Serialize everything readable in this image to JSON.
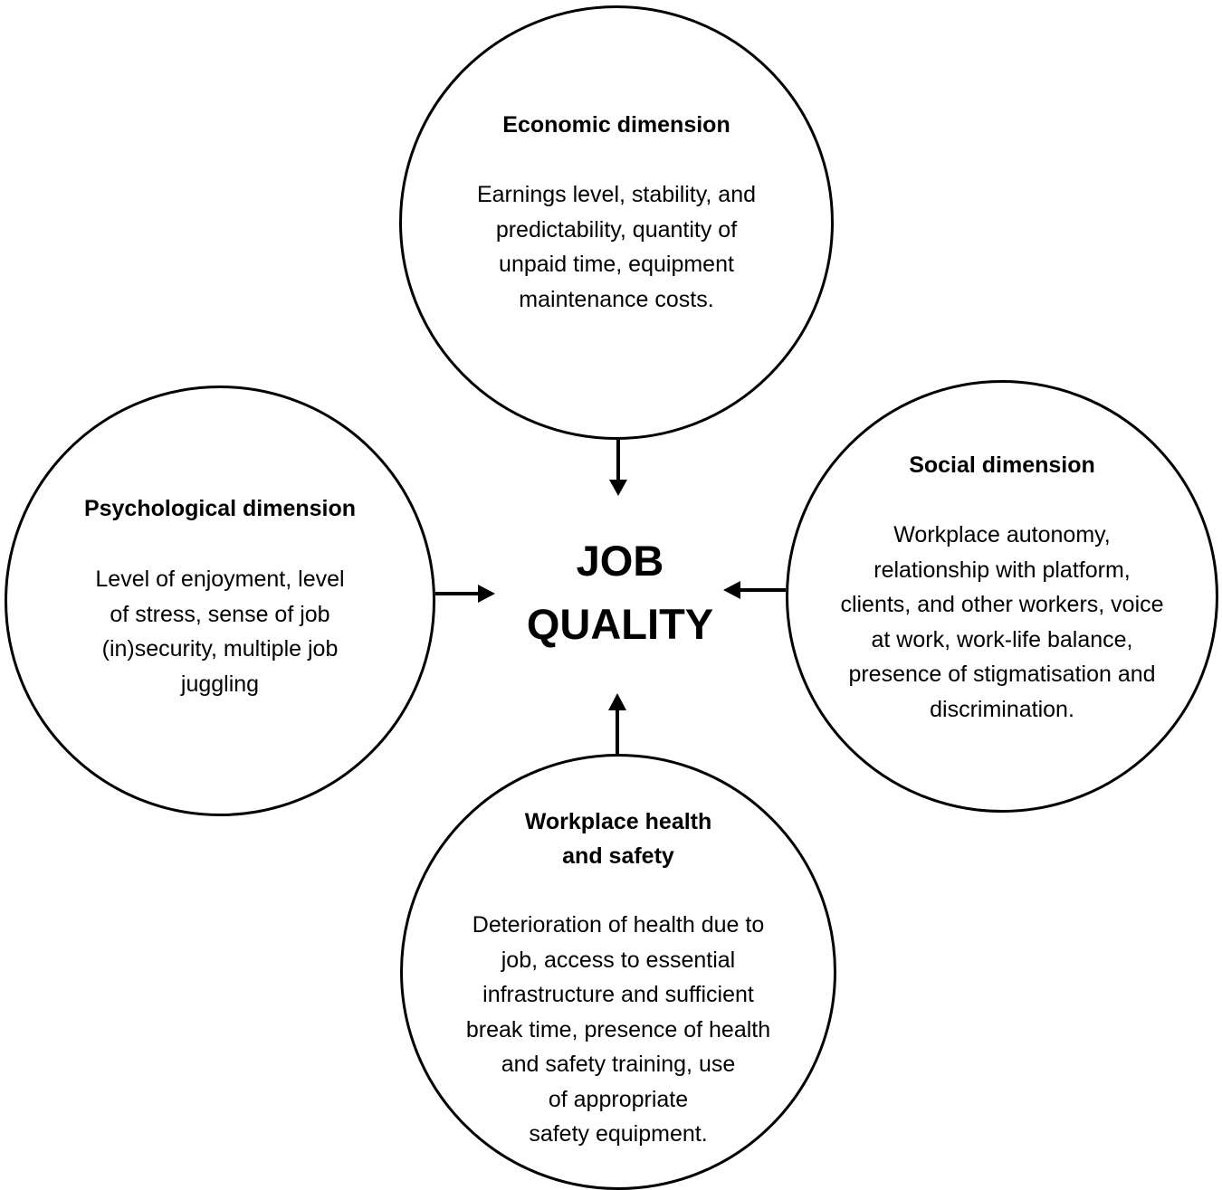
{
  "center": {
    "label": "JOB\nQUALITY"
  },
  "nodes": {
    "economic": {
      "title": "Economic dimension",
      "text": "Earnings level, stability, and\npredictability, quantity of\nunpaid time, equipment\nmaintenance costs."
    },
    "psychological": {
      "title": "Psychological dimension",
      "text": "Level of enjoyment, level\nof stress, sense of job\n(in)security, multiple job\njuggling"
    },
    "social": {
      "title": "Social dimension",
      "text": "Workplace autonomy,\nrelationship with platform,\nclients, and other workers, voice\nat work, work-life balance,\npresence of stigmatisation and\ndiscrimination."
    },
    "health": {
      "title": "Workplace health\nand safety",
      "text": "Deterioration of health due to\njob, access to essential\ninfrastructure and sufficient\nbreak time, presence of health\nand safety training, use\nof appropriate\nsafety equipment."
    }
  },
  "colors": {
    "stroke": "#000000",
    "background": "#ffffff"
  }
}
